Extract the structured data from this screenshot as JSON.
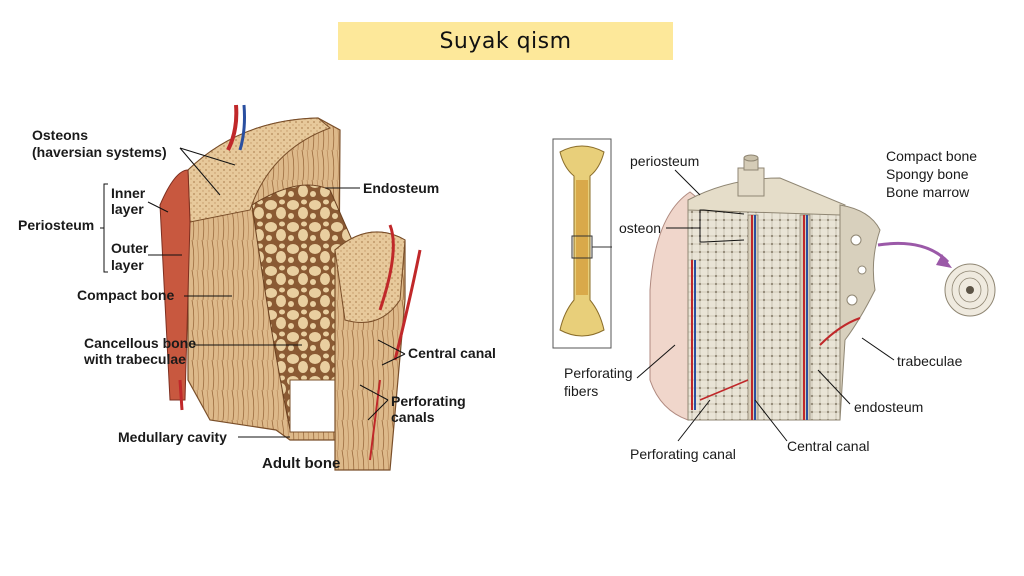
{
  "title": "Suyak qism",
  "left_diagram": {
    "labels": {
      "osteons_1": "Osteons",
      "osteons_2": "(haversian systems)",
      "inner_1": "Inner",
      "inner_2": "layer",
      "periosteum": "Periosteum",
      "outer_1": "Outer",
      "outer_2": "layer",
      "compact_bone": "Compact bone",
      "cancellous_1": "Cancellous bone",
      "cancellous_2": "with trabeculae",
      "medullary": "Medullary cavity",
      "endosteum": "Endosteum",
      "central_canal": "Central canal",
      "perforating_1": "Perforating",
      "perforating_2": "canals",
      "caption": "Adult bone"
    }
  },
  "right_diagram": {
    "labels": {
      "periosteum": "periosteum",
      "osteon": "osteon",
      "compact_bone": "Compact bone",
      "spongy_bone": "Spongy bone",
      "bone_marrow": "Bone marrow",
      "perforating_fibers_1": "Perforating",
      "perforating_fibers_2": "fibers",
      "perforating_canal": "Perforating canal",
      "central_canal": "Central canal",
      "trabeculae": "trabeculae",
      "endosteum": "endosteum"
    }
  }
}
